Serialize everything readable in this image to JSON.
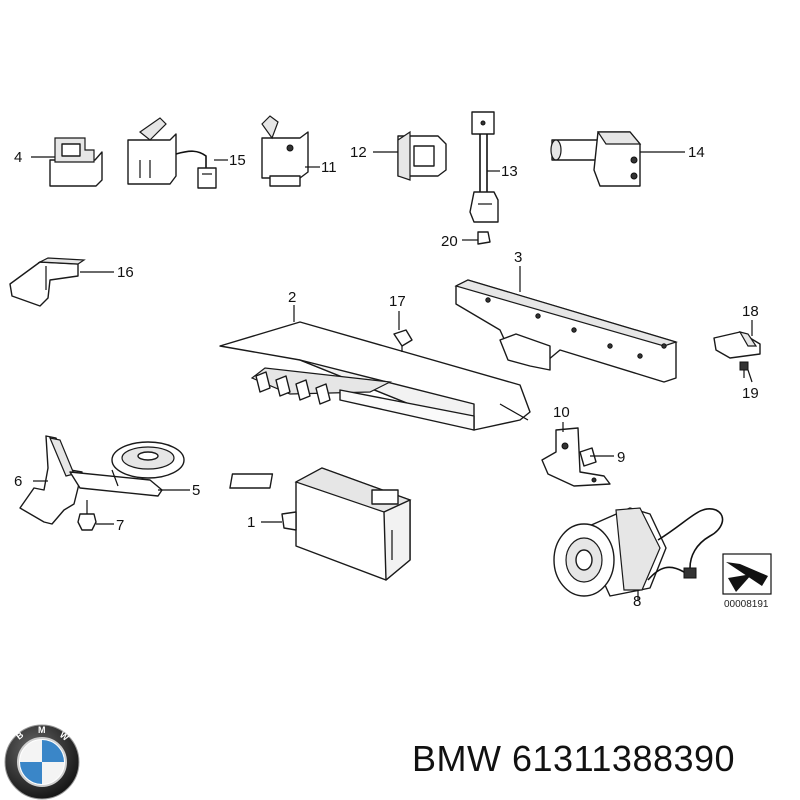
{
  "callouts": [
    "4",
    "15",
    "11",
    "12",
    "13",
    "20",
    "14",
    "16",
    "3",
    "2",
    "17",
    "18",
    "19",
    "10",
    "9",
    "6",
    "5",
    "7",
    "1",
    "8"
  ],
  "reference_number": "00008191",
  "logo_letters": "BMW",
  "caption": {
    "brand": "BMW",
    "part_number": "61311388390"
  }
}
